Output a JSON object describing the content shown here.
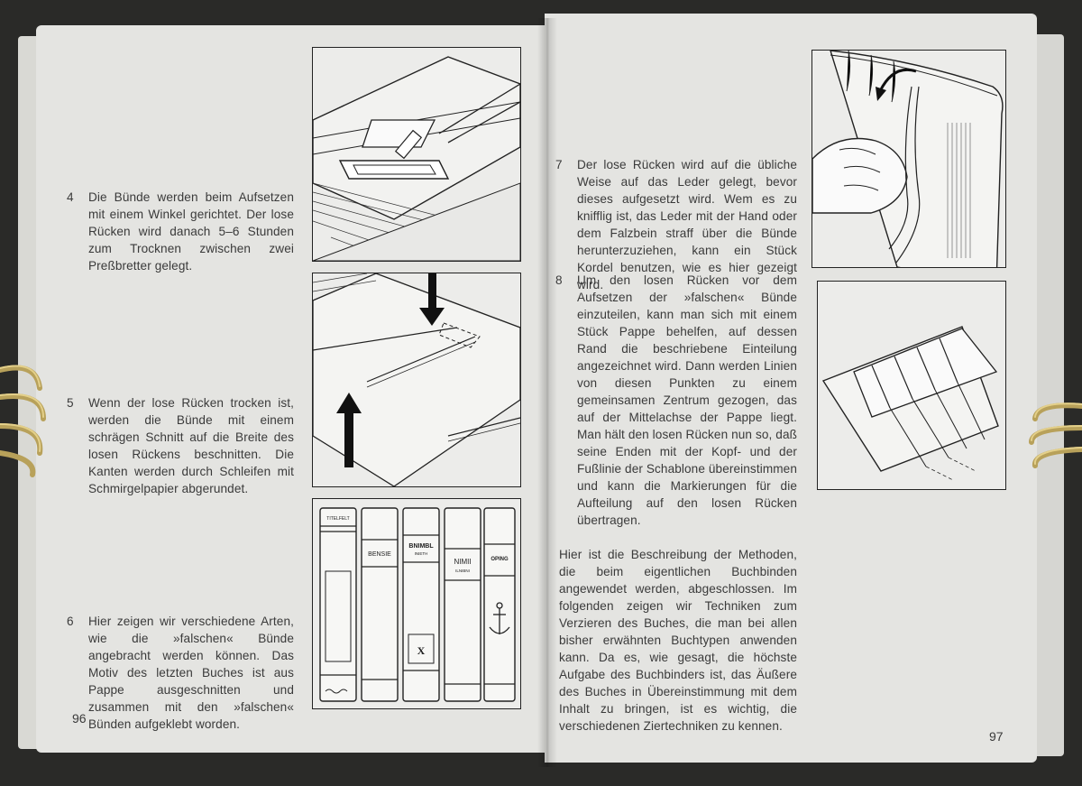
{
  "left_page": {
    "page_number": "96",
    "steps": [
      {
        "number": "4",
        "text": "Die Bünde werden beim Aufsetzen mit einem Winkel gerichtet. Der lose Rücken wird danach 5–6 Stunden zum Trocknen zwischen zwei Preßbretter gelegt."
      },
      {
        "number": "5",
        "text": "Wenn der lose Rücken trocken ist, werden die Bünde mit einem schrägen Schnitt auf die Breite des losen Rückens beschnitten. Die Kanten werden durch Schleifen mit Schmirgelpapier abgerundet."
      },
      {
        "number": "6",
        "text": "Hier zeigen wir verschiedene Arten, wie die »falschen« Bünde angebracht werden können. Das Motiv des letzten Buches ist aus Pappe ausgeschnitten und zusammen mit den »falschen« Bünden aufgeklebt worden."
      }
    ],
    "book_spines": [
      "TITELFELT",
      "BENSIE",
      "BNIMBL",
      "NIMII",
      "OPING"
    ],
    "book_spines_sub": [
      "",
      "",
      "INIETH",
      "ILNIBNI",
      ""
    ],
    "spine_mark": "X"
  },
  "right_page": {
    "page_number": "97",
    "steps": [
      {
        "number": "7",
        "text": "Der lose Rücken wird auf die übliche Weise auf das Leder gelegt, bevor dieses aufgesetzt wird. Wem es zu knifflig ist, das Leder mit der Hand oder dem Falzbein straff über die Bünde herunterzuziehen, kann ein Stück Kordel benutzen, wie es hier gezeigt wird."
      },
      {
        "number": "8",
        "text": "Um den losen Rücken vor dem Aufsetzen der »falschen« Bünde einzuteilen, kann man sich mit einem Stück Pappe behelfen, auf dessen Rand die beschriebene Einteilung angezeichnet wird. Dann werden Linien von diesen Punkten zu einem gemeinsamen Zentrum gezogen, das auf der Mittelachse der Pappe liegt. Man hält den losen Rücken nun so, daß seine Enden mit der Kopf- und der Fußlinie der Schablone übereinstimmen und kann die Markierungen für die Aufteilung auf den losen Rücken übertragen."
      }
    ],
    "closing": "Hier ist die Beschreibung der Methoden, die beim eigentlichen Buchbinden angewendet werden, abgeschlossen. Im folgenden zeigen wir Techniken zum Verzieren des Buches, die man bei allen bisher erwähnten Buchtypen anwenden kann. Da es, wie gesagt, die höchste Aufgabe des Buchbinders ist, das Äußere des Buches in Übereinstimmung mit dem Inhalt zu bringen, ist es wichtig, die verschiedenen Ziertechniken zu kennen."
  }
}
